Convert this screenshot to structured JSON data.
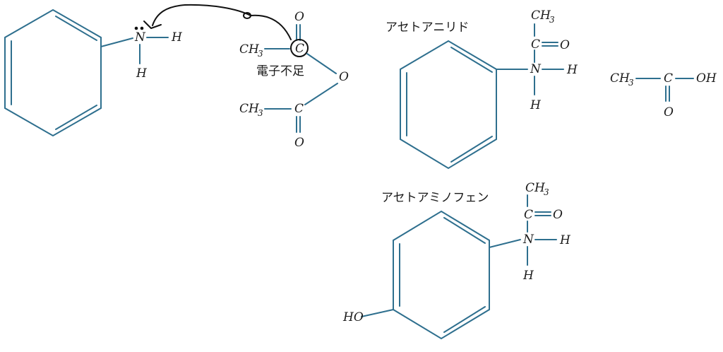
{
  "atoms": {
    "N": "N",
    "H": "H",
    "C": "C",
    "O": "O",
    "CH": "CH",
    "three": "3",
    "OH": "OH",
    "HO": "HO"
  },
  "annotations": {
    "electron_deficient": "電子不足"
  },
  "compounds": {
    "acetanilide": "アセトアニリド",
    "acetaminophen": "アセトアミノフェン"
  },
  "colors": {
    "bond": "#2e6f8e",
    "text": "#1a1a1a",
    "arrow": "#111111"
  }
}
